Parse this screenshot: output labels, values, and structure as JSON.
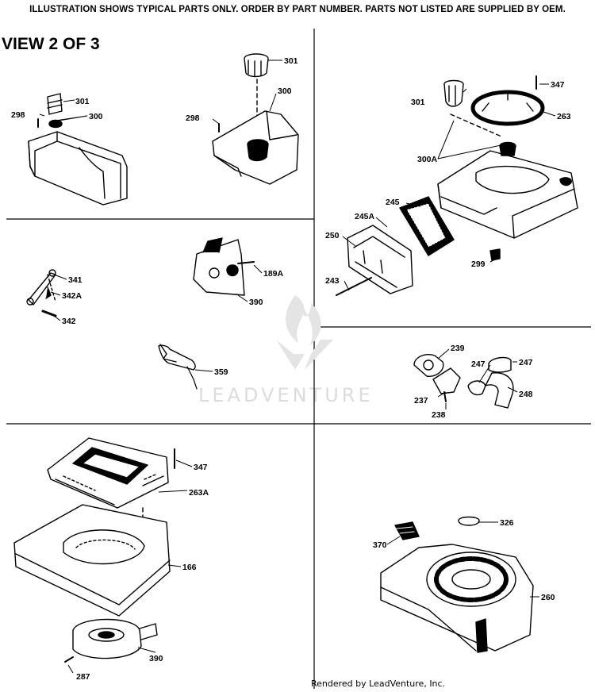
{
  "header": {
    "notice": "ILLUSTRATION SHOWS TYPICAL PARTS ONLY. ORDER BY PART NUMBER. PARTS NOT LISTED ARE SUPPLIED BY OEM.",
    "view": "VIEW 2 OF 3"
  },
  "watermark": {
    "text": "LEADVENTURE"
  },
  "footer": {
    "credit": "Rendered by LeadVenture, Inc."
  },
  "callouts": {
    "p301a": "301",
    "p300a": "300",
    "p298a": "298",
    "p301b": "301",
    "p300b": "300",
    "p298b": "298",
    "p347a": "347",
    "p301c": "301",
    "p263": "263",
    "p300A": "300A",
    "p245": "245",
    "p245A": "245A",
    "p250": "250",
    "p299": "299",
    "p243": "243",
    "p341": "341",
    "p342A": "342A",
    "p342": "342",
    "p189A": "189A",
    "p390a": "390",
    "p359": "359",
    "p239": "239",
    "p247a": "247",
    "p247b": "247",
    "p237": "237",
    "p238": "238",
    "p248": "248",
    "p347b": "347",
    "p263A": "263A",
    "p166": "166",
    "p390b": "390",
    "p287": "287",
    "p326": "326",
    "p370": "370",
    "p260": "260"
  }
}
